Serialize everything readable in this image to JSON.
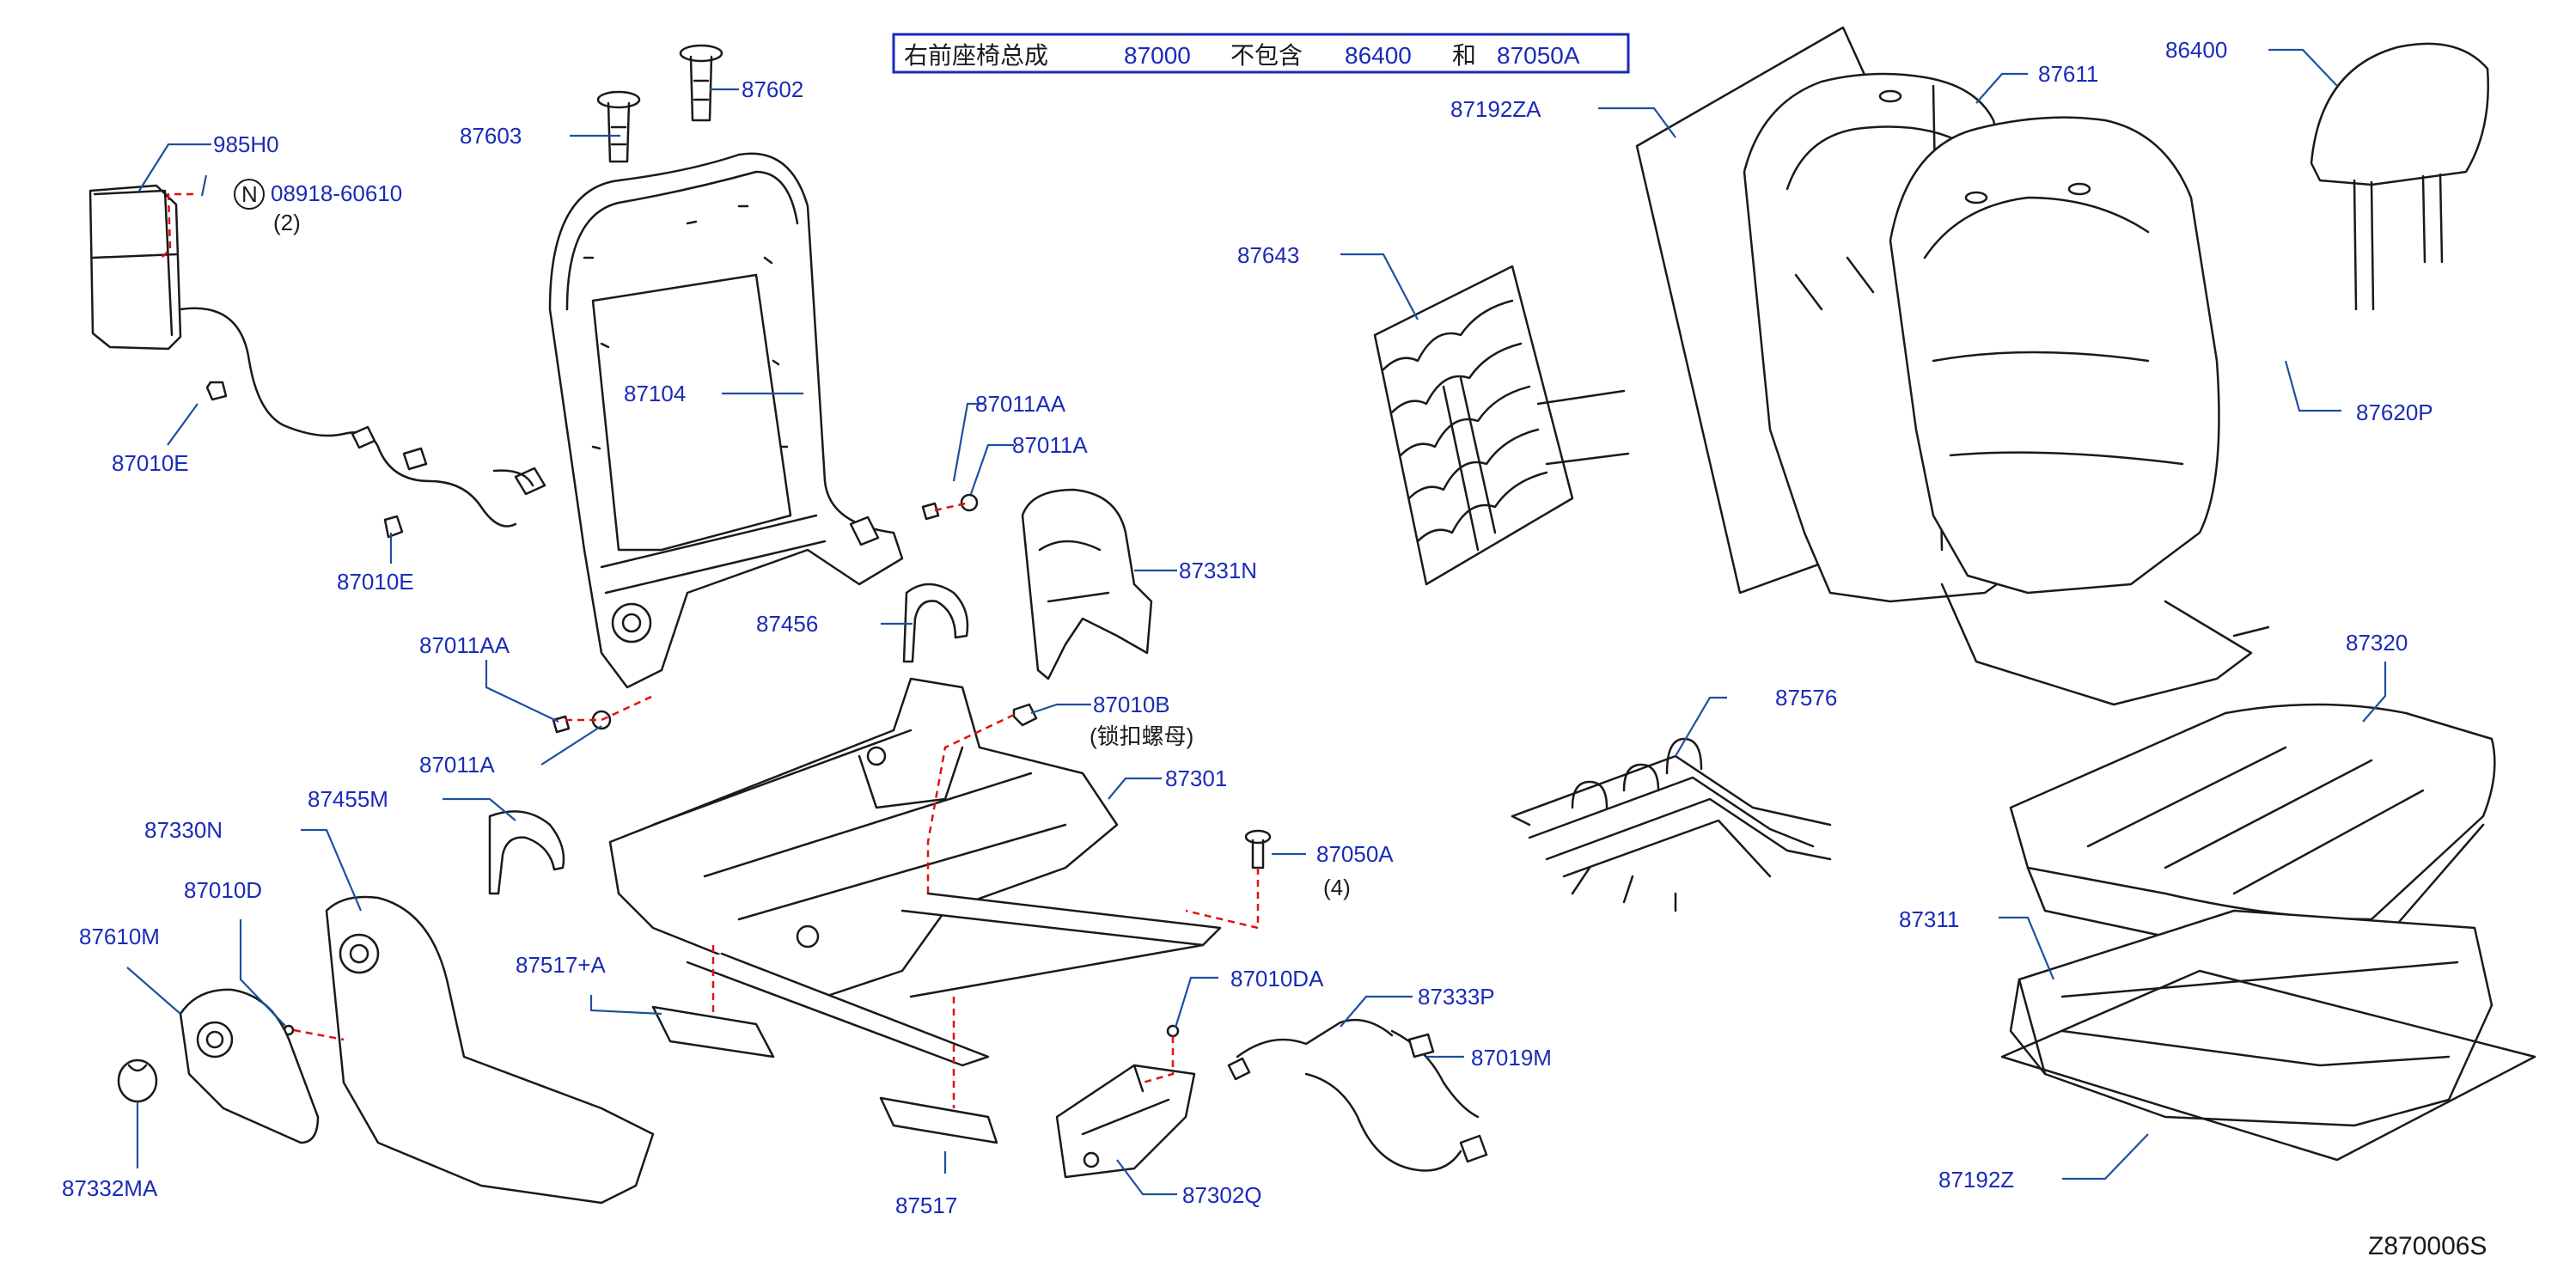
{
  "header": {
    "assembly_label": "右前座椅总成",
    "assembly_part": "87000",
    "excludes_label": "不包含",
    "excluded_part_1": "86400",
    "and_label": "和",
    "excluded_part_2": "87050A"
  },
  "callouts": {
    "p985H0": "985H0",
    "p0891860610": "08918-60610",
    "p0891860610_qty": "(2)",
    "n_symbol": "N",
    "p87010E_a": "87010E",
    "p87010E_b": "87010E",
    "p87603": "87603",
    "p87602": "87602",
    "p87104": "87104",
    "p87011AA_a": "87011AA",
    "p87011A_a": "87011A",
    "p87011AA_b": "87011AA",
    "p87011A_b": "87011A",
    "p87456": "87456",
    "p87331N": "87331N",
    "p87010B": "87010B",
    "p87010B_note": "(锁扣螺母)",
    "p87301": "87301",
    "p87050A": "87050A",
    "p87050A_qty": "(4)",
    "p87330N": "87330N",
    "p87455M": "87455M",
    "p87010D": "87010D",
    "p87610M": "87610M",
    "p87332MA": "87332MA",
    "p87517A": "87517+A",
    "p87517": "87517",
    "p87010DA": "87010DA",
    "p87333P": "87333P",
    "p87019M": "87019M",
    "p87302Q": "87302Q",
    "p87643": "87643",
    "p87192ZA": "87192ZA",
    "p87611": "87611",
    "p86400": "86400",
    "p87620P": "87620P",
    "p87320": "87320",
    "p87576": "87576",
    "p87311": "87311",
    "p87192Z": "87192Z"
  },
  "diagram_code": "Z870006S",
  "colors": {
    "callout_text": "#1a2bb8",
    "leader_line": "#1f4fa0",
    "part_outline": "#1a1a1a",
    "dashed_connector": "#e01010",
    "header_border": "#1a2bb8"
  }
}
